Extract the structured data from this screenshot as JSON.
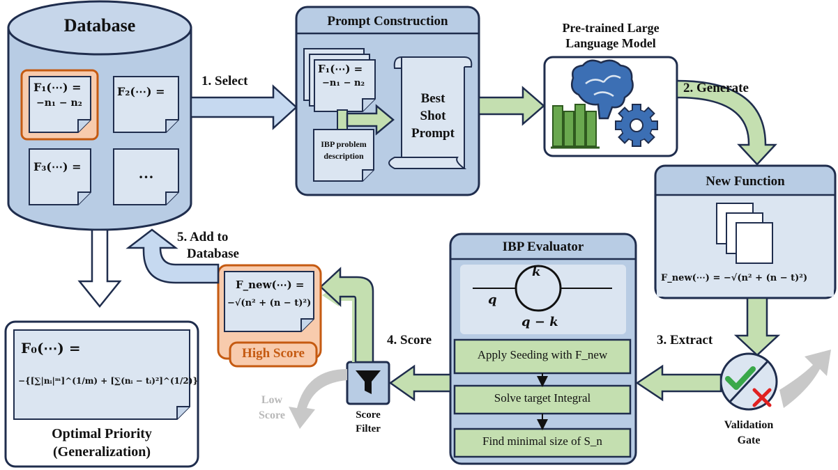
{
  "database": {
    "title": "Database",
    "card_f1_line1": "F₁(⋯) =",
    "card_f1_line2": "−n₁ − n₂",
    "card_f2": "F₂(⋯) =",
    "card_f3": "F₃(⋯) =",
    "card_more": "…"
  },
  "steps": {
    "select": "1. Select",
    "generate": "2. Generate",
    "extract": "3. Extract",
    "score": "4. Score",
    "add_line1": "5. Add to",
    "add_line2": "Database"
  },
  "prompt_construction": {
    "title": "Prompt Construction",
    "card_line1": "F₁(⋯) =",
    "card_line2": "−n₁ − n₂",
    "ibp_line1": "IBP problem",
    "ibp_line2": "description",
    "best_line1": "Best",
    "best_line2": "Shot",
    "best_line3": "Prompt"
  },
  "llm": {
    "line1": "Pre-trained Large",
    "line2": "Language Model"
  },
  "new_function": {
    "title": "New Function",
    "formula": "F_new(⋯) = −√(n² + (n − t)²)"
  },
  "evaluator": {
    "title": "IBP Evaluator",
    "label_k": "k",
    "label_q": "q",
    "label_qk": "q − k",
    "step1": "Apply Seeding with F_new",
    "step2": "Solve target Integral",
    "step3": "Find minimal size of S_n"
  },
  "high_score": {
    "formula_line1": "F_new(⋯) =",
    "formula_line2": "−√(n² + (n − t)²)",
    "label": "High Score"
  },
  "score_filter": {
    "line1": "Score",
    "line2": "Filter"
  },
  "low_score": {
    "line1": "Low",
    "line2": "Score"
  },
  "validation_gate": {
    "line1": "Validation",
    "line2": "Gate"
  },
  "optimal": {
    "formula_line1": "F₀(⋯) =",
    "formula_line2": "−{[∑|nᵢ|ᵐ]^(1/m) + [∑(nᵢ − tᵢ)²]^(1/2)}",
    "label_line1": "Optimal Priority",
    "label_line2": "(Generalization)"
  },
  "colors": {
    "panel_blue": "#b8cce4",
    "panel_border": "#1f2d4d",
    "card_fill": "#dbe5f1",
    "arrow_blue": "#c6d9f0",
    "arrow_green": "#c4dfb0",
    "highlight_orange": "#f8cbad",
    "orange_border": "#c55a11",
    "green_step": "#c4dfb0",
    "check_green": "#3aa84a",
    "cross_red": "#e02020",
    "gray": "#c8c8c8"
  }
}
